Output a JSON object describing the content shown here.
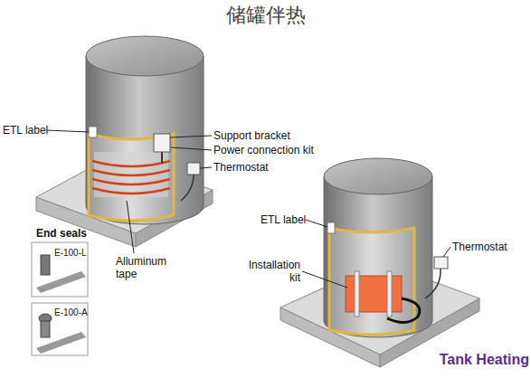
{
  "diagram": {
    "title": "储罐伴热",
    "caption": "Tank Heating",
    "labels": [
      "ETL label",
      "Support bracket",
      "Power connection kit",
      "Thermostat",
      "End seals",
      "E-100-L",
      "E-100-A",
      "Alluminum tape",
      "ETL label",
      "Installation kit",
      "Thermostat"
    ]
  }
}
